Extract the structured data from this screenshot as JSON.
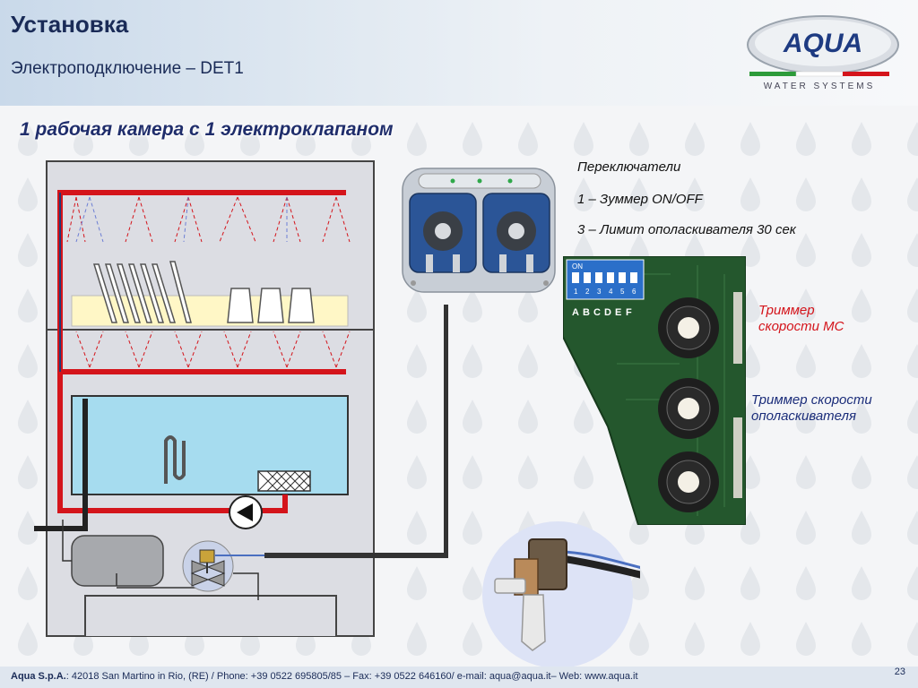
{
  "header": {
    "title": "Установка",
    "subtitle": "Электроподключение – DET1"
  },
  "logo": {
    "brand": "AQUA",
    "tagline": "WATER SYSTEMS"
  },
  "section_title": "1 рабочая камера с 1 электроклапаном",
  "notes": {
    "switches_heading": "Переключатели",
    "switch_1": "1 – Зуммер ON/OFF",
    "switch_3": "3 – Лимит ополаскивателя 30 сек"
  },
  "board": {
    "dip_on": "ON",
    "dip_numbers": [
      "1",
      "2",
      "3",
      "4",
      "5",
      "6"
    ],
    "letters": [
      "A",
      "B",
      "C",
      "D",
      "E",
      "F"
    ]
  },
  "labels": {
    "trimmer_mc_line1": "Триммер",
    "trimmer_mc_line2": "скорости МС",
    "trimmer_rinse_line1": "Триммер скорости",
    "trimmer_rinse_line2": "ополаскивателя"
  },
  "footer": {
    "company": "Aqua S.p.A.",
    "details": ": 42018 San Martino in Rio, (RE) / Phone: +39 0522 695805/85 – Fax: +39 0522 646160/ e-mail: aqua@aqua.it– Web: www.aqua.it",
    "page_number": "23"
  },
  "colors": {
    "title": "#1a2b57",
    "red_pipe": "#d4141b",
    "tank": "#a6dcef",
    "rack": "#fff7c6",
    "trimmer_label": "#d4141b",
    "trimmer_label_2": "#1b2d7a"
  }
}
